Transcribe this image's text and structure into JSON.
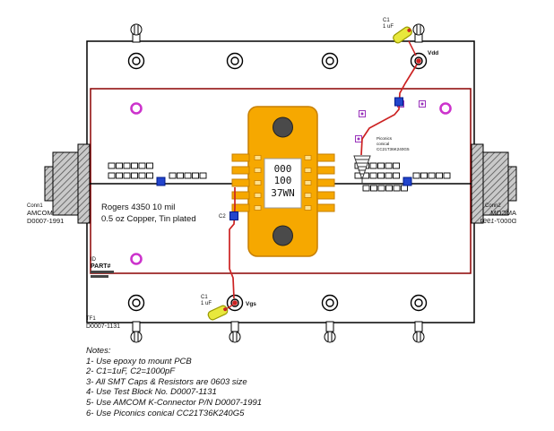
{
  "colors": {
    "board_outline": "#000000",
    "pcb_red_outline": "#8b0000",
    "trace_red": "#cc2222",
    "package_orange": "#f6a800",
    "cap_blue": "#2244cc",
    "cap_yellow": "#e8e83c",
    "via_magenta": "#cc33cc",
    "via_violet": "#9933bb",
    "connector_gray": "#c8c8c8"
  },
  "labels": {
    "vdd": "Vdd",
    "vgs": "Vgs",
    "c1_top": "C1",
    "c1_top_val": "1 uF",
    "c1_bot": "C1",
    "c1_bot_val": "1 uF",
    "c2": "C2",
    "conn1": "Conn1",
    "conn1_mfr": "AMCOM",
    "conn1_pn": "D0007-1991",
    "conn2": "Conn2",
    "conn2_mfr": "AMCOM",
    "conn2_pn": "D0007-1991",
    "tf1": "TF1",
    "tf1_pn": "D0007-1131",
    "id_label": "ID",
    "part_label": "PART#",
    "board_material_1": "Rogers 4350 10 mil",
    "board_material_2": "0.5 oz Copper, Tin plated",
    "package_line1": "000",
    "package_line2": "100",
    "package_line3": "37WN",
    "piconics_1": "Piconics",
    "piconics_2": "conical",
    "piconics_3": "CC21T36K240G5"
  },
  "notes": {
    "title": "Notes:",
    "items": [
      "1- Use epoxy to mount PCB",
      "2- C1=1uF, C2=1000pF",
      "3- All SMT Caps & Resistors are 0603 size",
      "4- Use Test Block No.  D0007-1131",
      "5- Use AMCOM K-Connector P/N D0007-1991",
      "6- Use Piconics conical CC21T36K240G5"
    ]
  }
}
